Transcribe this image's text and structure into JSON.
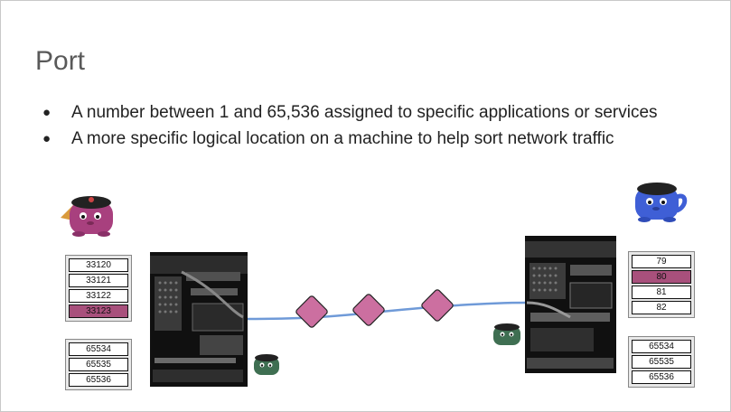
{
  "slide": {
    "title": "Port",
    "bullets": [
      "A number between 1 and 65,536 assigned to specific applications or services",
      "A more specific logical location on a machine to help sort network traffic"
    ]
  },
  "left_ports": {
    "upper": [
      "33120",
      "33121",
      "33122",
      "33123"
    ],
    "upper_selected": "33123",
    "lower": [
      "65534",
      "65535",
      "65536"
    ]
  },
  "right_ports": {
    "upper": [
      "79",
      "80",
      "81",
      "82"
    ],
    "upper_selected": "80",
    "lower": [
      "65534",
      "65535",
      "65536"
    ]
  },
  "colors": {
    "selected_port": "#a8507c",
    "packet": "#cc6fa0",
    "cable": "#6f9ad8",
    "left_character": "#a8407e",
    "right_character": "#3f5fd6",
    "small_character": "#3f6f52"
  },
  "icons": [
    "pink-character-icon",
    "blue-character-icon",
    "green-character-icon",
    "server-photo",
    "packet-icon"
  ]
}
